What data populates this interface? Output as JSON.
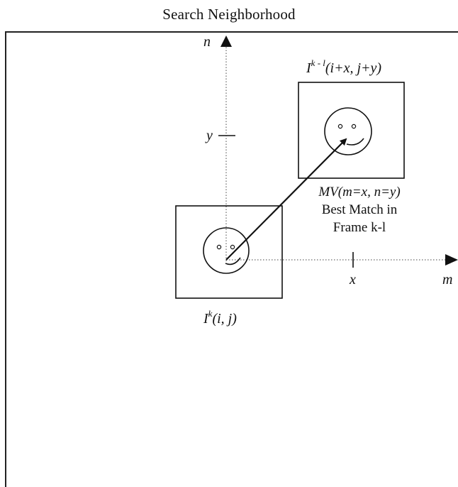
{
  "title": "Search Neighborhood",
  "axes": {
    "n_label": "n",
    "m_label": "m",
    "y_tick_label": "y",
    "x_tick_label": "x"
  },
  "current_block": {
    "label_base": "I",
    "label_sup": "k",
    "label_args": "(i, j)"
  },
  "reference_block": {
    "label_base": "I",
    "label_sup": "k - l",
    "label_args": "(i+x, j+y)"
  },
  "motion_vector": {
    "label": "MV(m=x, n=y)",
    "line1": "Best Match in",
    "line2": "Frame k-l"
  }
}
